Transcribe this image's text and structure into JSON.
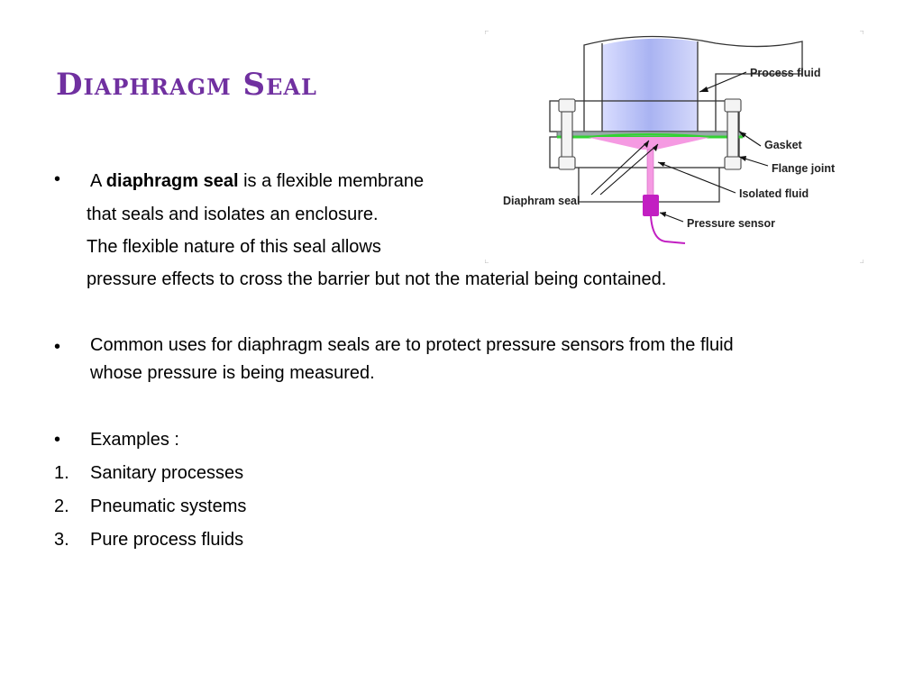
{
  "slide": {
    "title": "Diaphragm Seal",
    "bullet1": {
      "prefix": "A ",
      "bold": "diaphragm seal",
      "suffix": " is a flexible membrane",
      "line2": "that seals and isolates an enclosure.",
      "line3": "The flexible nature of this seal allows",
      "line4": "pressure effects to cross the barrier but not the material being contained."
    },
    "bullet2": {
      "line1": "Common uses for diaphragm seals are to protect pressure sensors from the fluid",
      "line2": "whose pressure is being measured."
    },
    "bullet3": {
      "text": "Examples :"
    },
    "examples": [
      {
        "number": "1.",
        "text": "Sanitary processes"
      },
      {
        "number": "2.",
        "text": "Pneumatic systems"
      },
      {
        "number": "3.",
        "text": "Pure process fluids"
      }
    ],
    "bullet_symbol": "•"
  },
  "diagram": {
    "labels": {
      "process_fluid": "Process fluid",
      "gasket": "Gasket",
      "flange_joint": "Flange joint",
      "isolated_fluid": "Isolated fluid",
      "diaphram_seal": "Diaphram seal",
      "pressure_sensor": "Pressure sensor"
    }
  },
  "colors": {
    "title": "#7030a0",
    "fluid": "#a9b3f2",
    "gasket": "#33d233",
    "isolated_fluid": "#f59ae2",
    "sensor": "#c21fc2"
  }
}
